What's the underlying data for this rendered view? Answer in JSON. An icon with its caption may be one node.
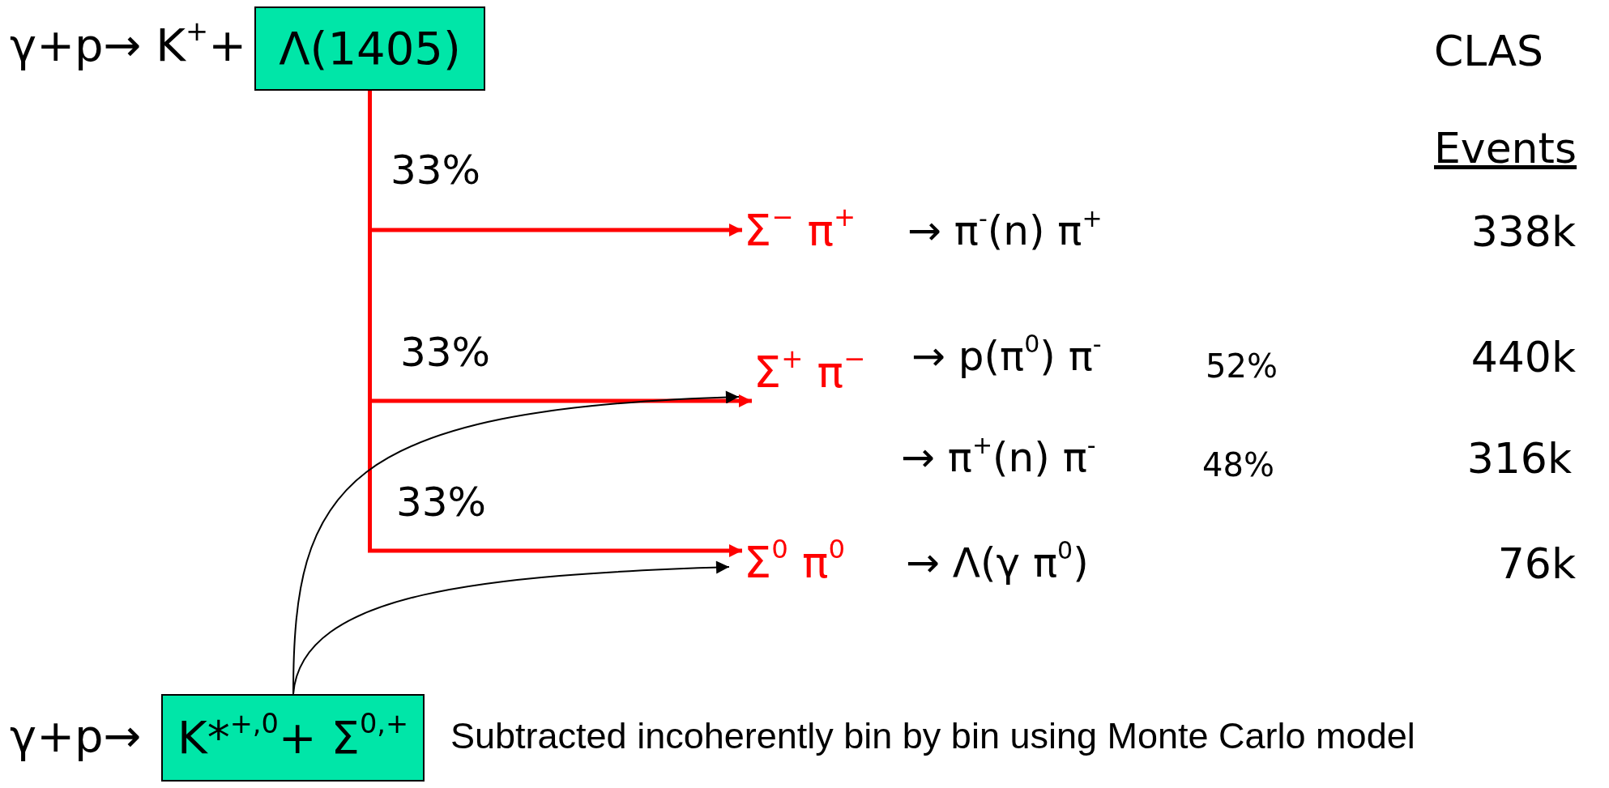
{
  "diagram": {
    "caption": "Subtracted incoherently bin by bin using Monte Carlo model",
    "nodes": [
      {
        "text": [
          "Λ(1405)"
        ],
        "beside": [
          "γ+p→ K$^{+}$+"
        ]
      },
      {
        "text": [
          "Σ$^{−}$ π$^{+}$"
        ]
      },
      {
        "text": [
          "Σ$^{+}$ π$^{−}$"
        ]
      },
      {
        "text": [
          "Σ$^{0}$ π$^{0}$"
        ]
      },
      {
        "text": [
          "K*$^{+,0}$+ Σ$^{0,+}$"
        ],
        "beside": [
          "γ+p→"
        ]
      }
    ],
    "edges": [
      {
        "from": 0,
        "to": 1,
        "arrow": "to",
        "label": "33%"
      },
      {
        "from": 0,
        "to": 2,
        "arrow": "to",
        "label": "33%"
      },
      {
        "from": 0,
        "to": 3,
        "arrow": "to",
        "label": "33%"
      },
      {
        "from": 4,
        "to": 2,
        "arrow": "to",
        "color": "#000000"
      },
      {
        "from": 4,
        "to": 3,
        "arrow": "to",
        "color": "#000000"
      }
    ],
    "labels": [
      "CLAS",
      "Events",
      "→ π$^{-}$(n) π$^{+}$",
      "338k",
      "→ p(π$^{0}$) π$^{-}$",
      "52%",
      "440k",
      "→ π$^{+}$(n) π$^{-}$",
      "48%",
      "316k",
      "→ Λ(γ π$^{0}$)",
      "76k"
    ]
  }
}
